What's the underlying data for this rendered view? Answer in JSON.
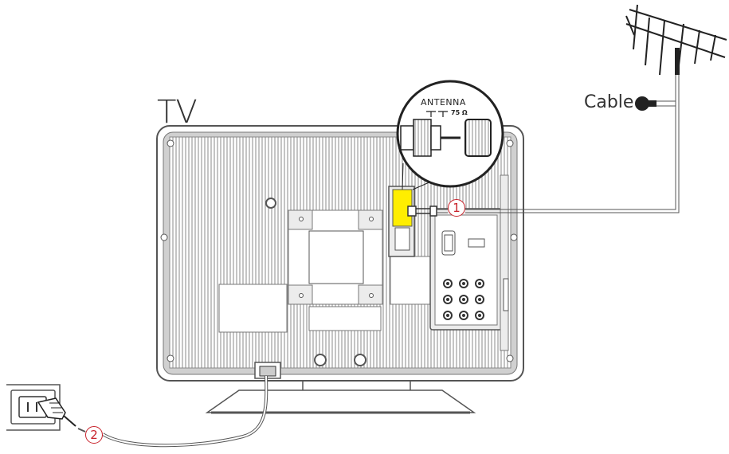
{
  "labels": {
    "tv": "TV",
    "cable": "Cable",
    "antenna": "ANTENNA",
    "ohms": "75 Ω"
  },
  "steps": [
    {
      "number": "1"
    },
    {
      "number": "2"
    }
  ],
  "colors": {
    "line": "#4d4d4d",
    "panel_gray": "#bdbdbd",
    "highlight_yellow": "#ffee00",
    "step_red": "#c8222b"
  }
}
